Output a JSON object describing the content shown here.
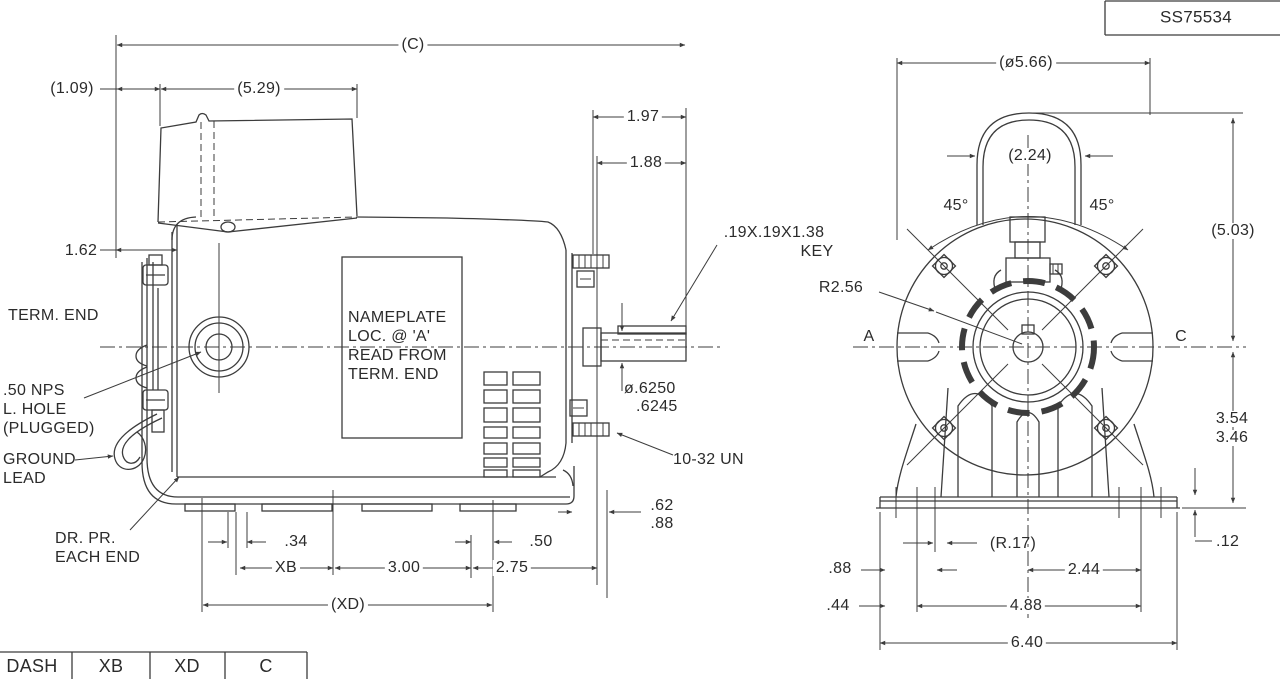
{
  "title_block": {
    "drawing_number": "SS75534"
  },
  "side_view": {
    "dims": {
      "c": "(C)",
      "d1_09": "(1.09)",
      "d5_29": "(5.29)",
      "d1_97": "1.97",
      "d1_88": "1.88",
      "d1_62": "1.62",
      "d0_34": ".34",
      "d0_50": ".50",
      "xb": "XB",
      "d3_00": "3.00",
      "d2_75": "2.75",
      "xd": "(XD)",
      "d0_62": ".62",
      "d0_88": ".88",
      "shaft_dia_max": "ø.6250",
      "shaft_dia_min": ".6245"
    },
    "labels": {
      "term_end": "TERM. END",
      "nps_line1": ".50 NPS",
      "nps_line2": "L. HOLE",
      "nps_line3": "(PLUGGED)",
      "ground_line1": "GROUND",
      "ground_line2": "LEAD",
      "drain_line1": "DR. PR.",
      "drain_line2": "EACH END",
      "key_note": ".19X.19X1.38",
      "key_note2": "KEY",
      "thread": "10-32 UN",
      "nameplate_line1": "NAMEPLATE",
      "nameplate_line2": "LOC. @ 'A'",
      "nameplate_line3": "READ FROM",
      "nameplate_line4": "TERM. END"
    }
  },
  "end_view": {
    "dims": {
      "d5_66": "(ø5.66)",
      "d2_24": "(2.24)",
      "angle_left": "45°",
      "angle_right": "45°",
      "d5_03": "(5.03)",
      "r2_56": "R2.56",
      "d3_54": "3.54",
      "d3_46": "3.46",
      "r0_17": "(R.17)",
      "d0_88": ".88",
      "d2_44": "2.44",
      "d0_44": ".44",
      "d4_88": "4.88",
      "d6_40": "6.40",
      "d0_12": ".12"
    },
    "labels": {
      "side_a": "A",
      "side_c": "C"
    }
  },
  "table": {
    "headers": [
      "DASH",
      "XB",
      "XD",
      "C"
    ]
  }
}
